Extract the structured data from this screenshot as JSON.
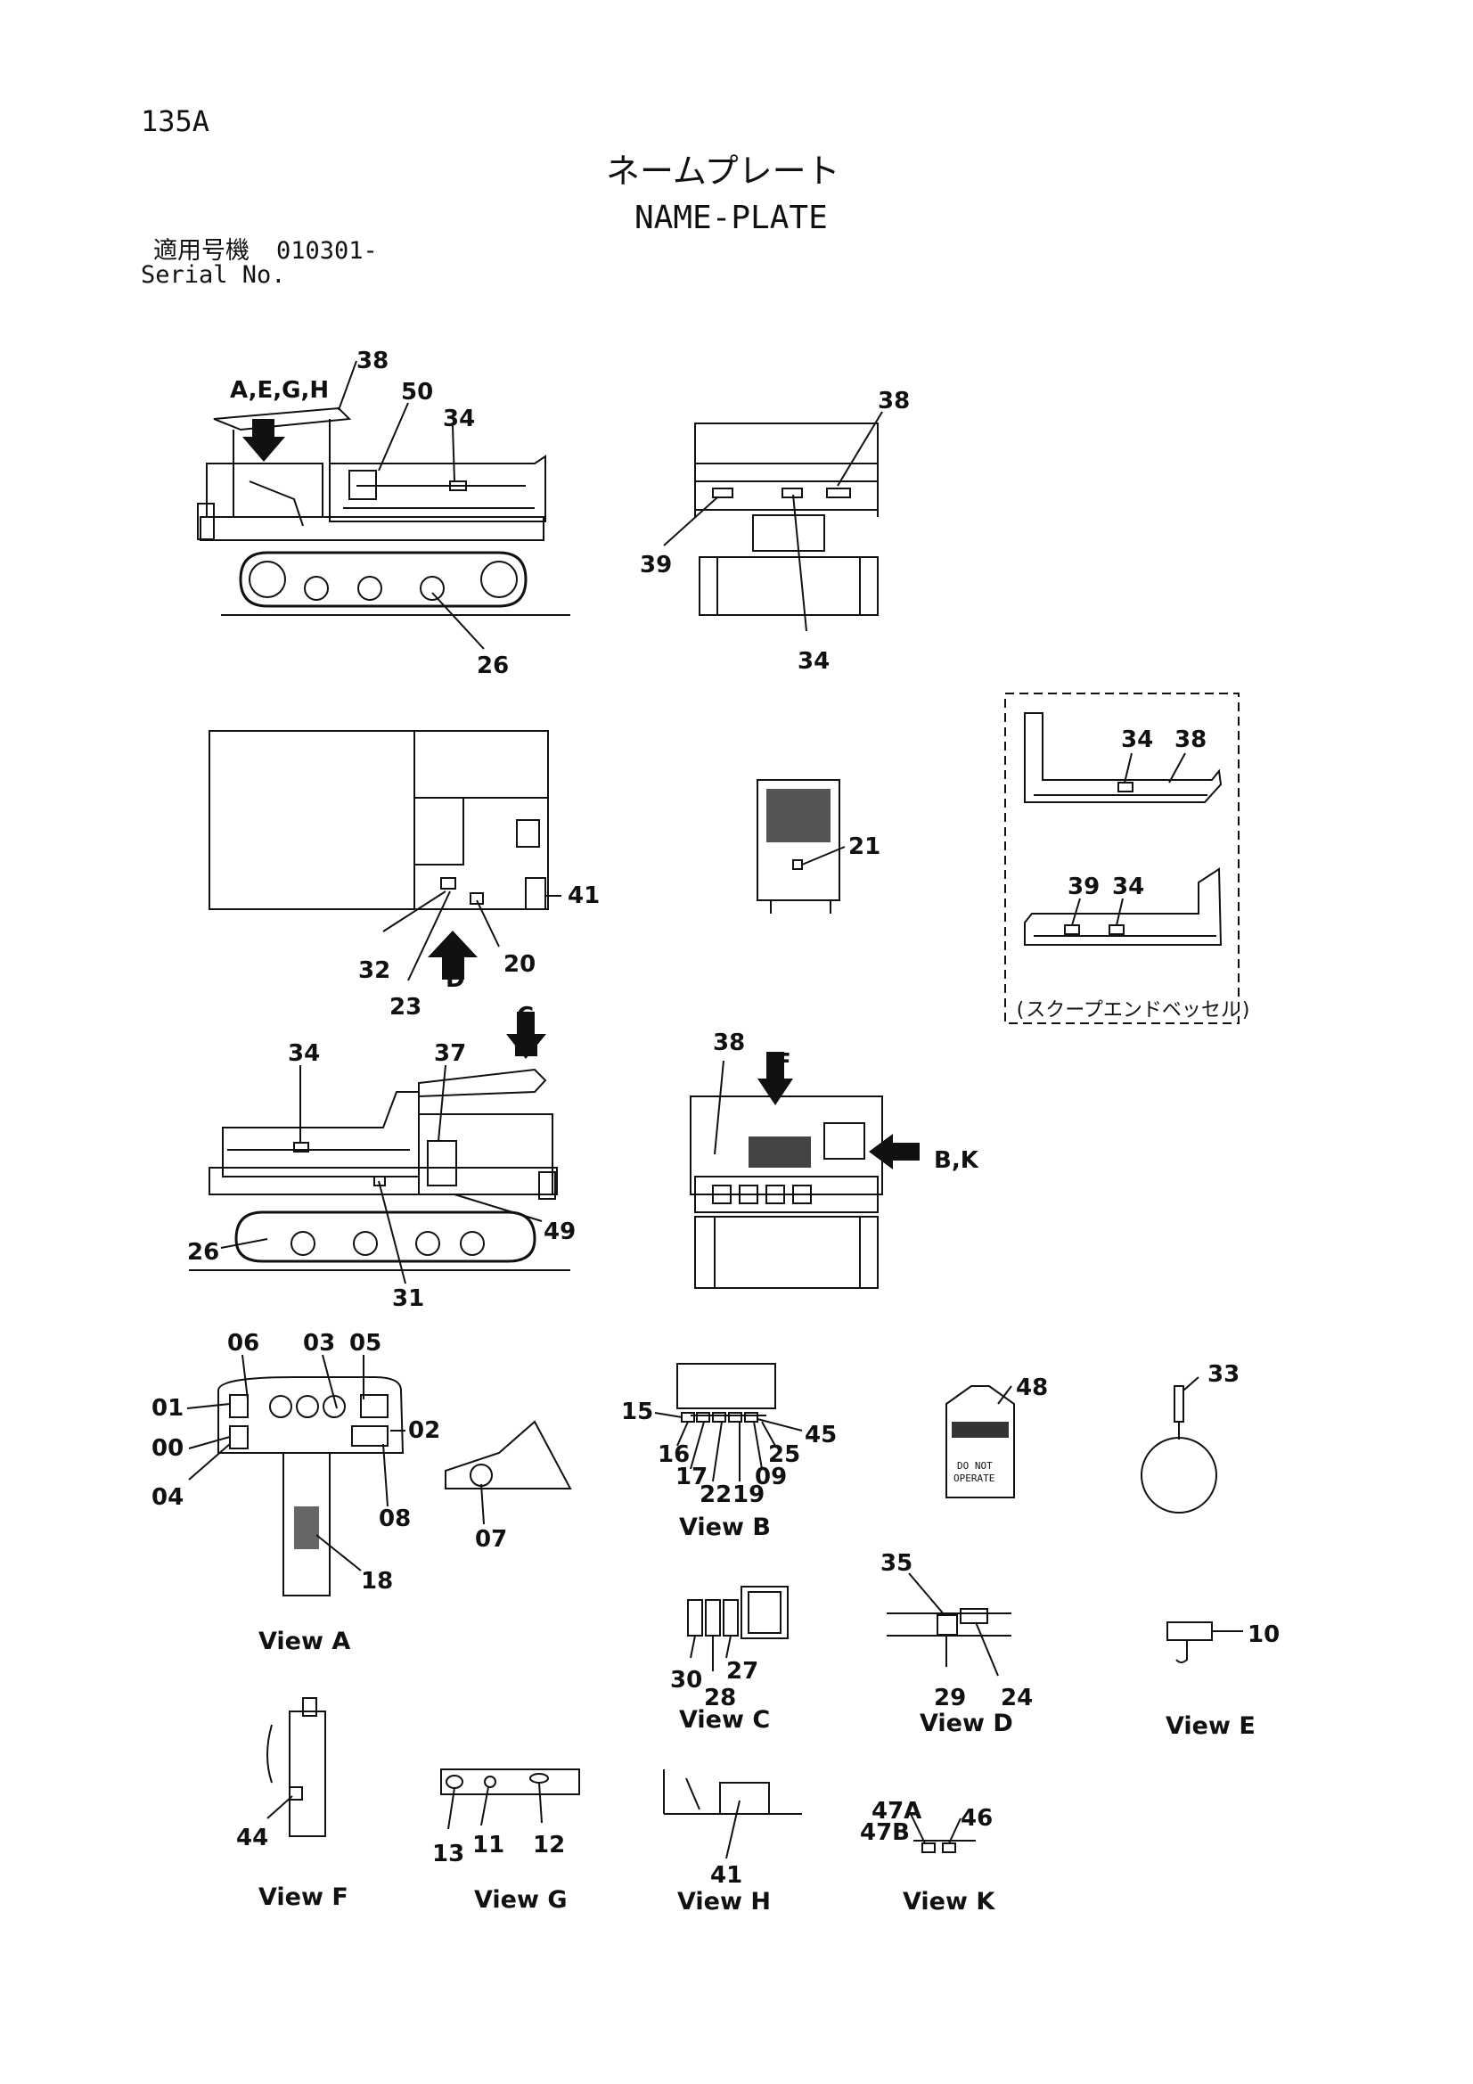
{
  "header": {
    "page_code": "135A",
    "title_jp": "ネームプレート",
    "title_en": "NAME-PLATE",
    "serial_label_jp": "適用号機",
    "serial_value": "010301-",
    "serial_label_en": "Serial No."
  },
  "diagram": {
    "views": [
      "View A",
      "View B",
      "View C",
      "View D",
      "View E",
      "View F",
      "View G",
      "View H",
      "View K"
    ],
    "inset_caption": "(スクープエンドベッセル)",
    "arrow_labels": [
      "A,E,G,H",
      "C",
      "D",
      "F",
      "B,K"
    ],
    "sign_text": [
      "DO NOT",
      "OPERATE"
    ],
    "part_numbers": [
      "38",
      "50",
      "34",
      "26",
      "38",
      "39",
      "34",
      "41",
      "32",
      "20",
      "23",
      "21",
      "34",
      "38",
      "39",
      "34",
      "34",
      "37",
      "49",
      "26",
      "31",
      "38",
      "06",
      "03",
      "05",
      "01",
      "02",
      "00",
      "04",
      "08",
      "18",
      "07",
      "15",
      "45",
      "16",
      "25",
      "17",
      "09",
      "22",
      "19",
      "48",
      "33",
      "35",
      "30",
      "27",
      "28",
      "29",
      "24",
      "10",
      "44",
      "13",
      "11",
      "12",
      "41",
      "47A",
      "47B",
      "46"
    ]
  }
}
